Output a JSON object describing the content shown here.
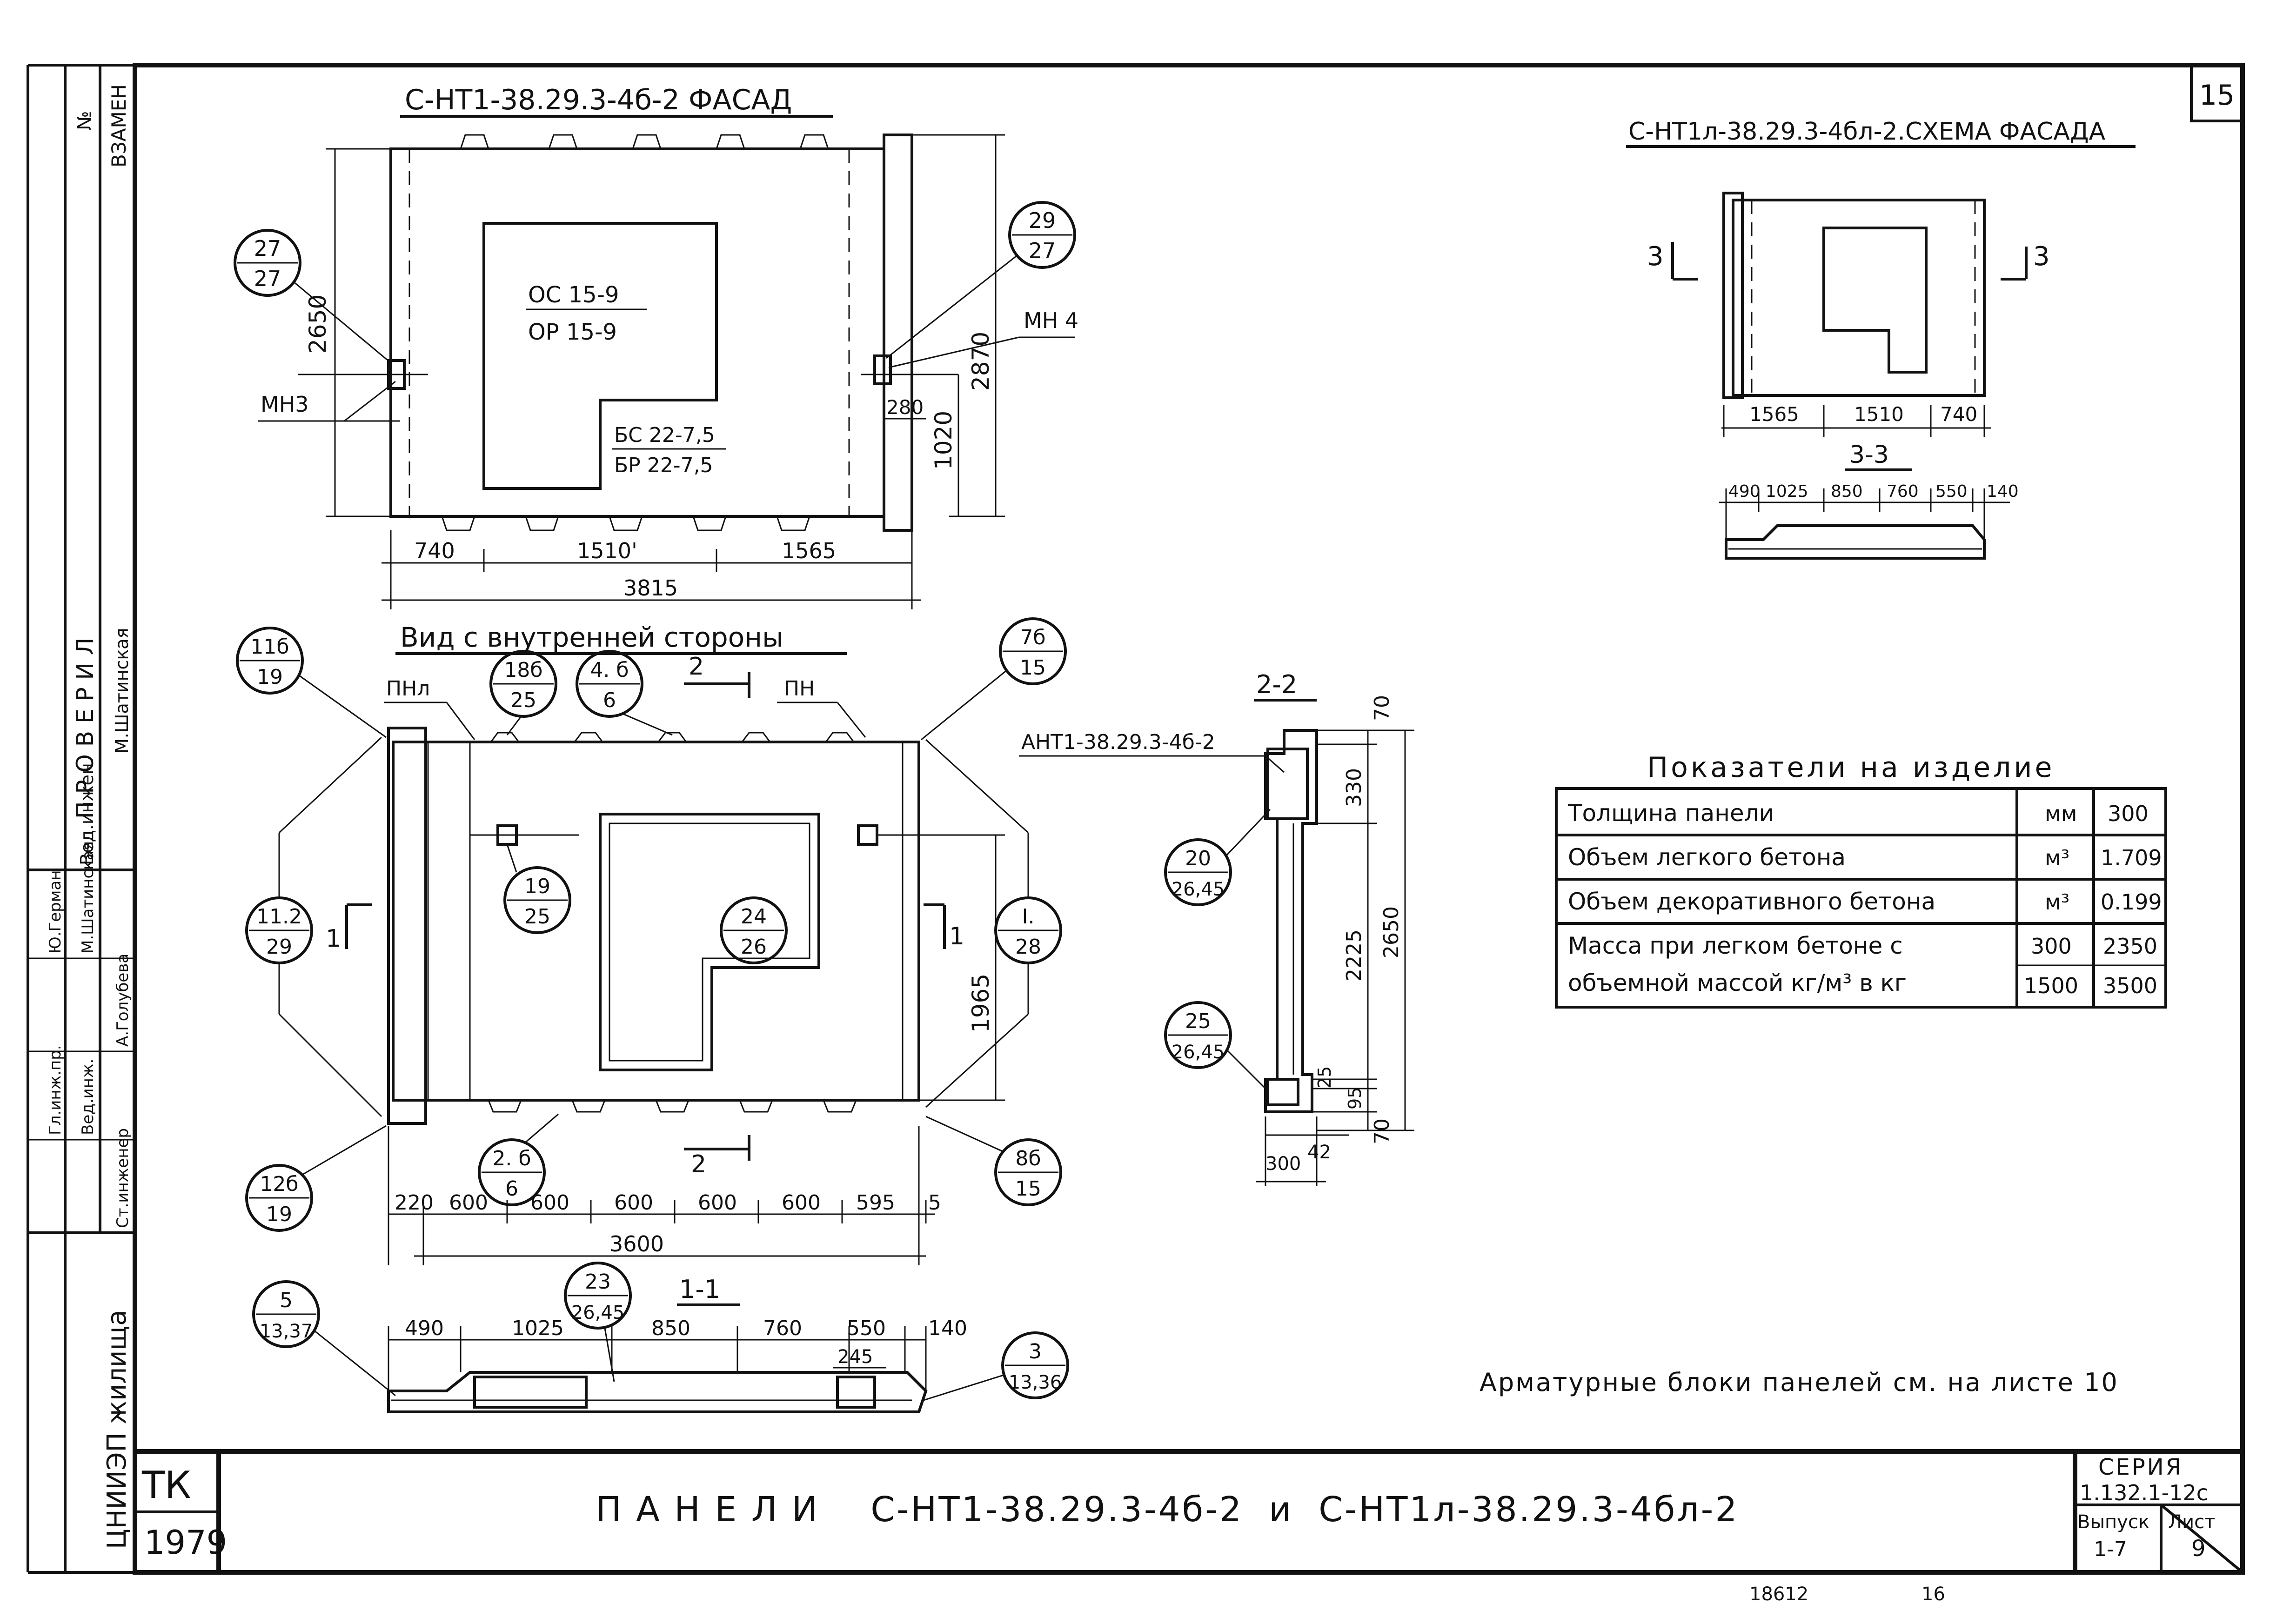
{
  "sheet_number": "15",
  "facade": {
    "title": "С-НТ1-38.29.3-4б-2  ФАСАД",
    "window_labels": [
      "ОС 15-9",
      "ОР 15-9"
    ],
    "door_labels": [
      "БС 22-7,5",
      "БР 22-7,5"
    ],
    "dims_bottom": [
      "740",
      "1510'",
      "1565"
    ],
    "dim_total": "3815",
    "dim_left": "2650",
    "dim_right_outer": "2870",
    "dim_right_inner": "1020",
    "dim_small": "280",
    "label_left": "МН3",
    "label_right": "МН 4",
    "callouts": [
      [
        "27",
        "27"
      ],
      [
        "29",
        "27"
      ]
    ]
  },
  "inner_view": {
    "title": "Вид с внутренней стороны",
    "labels": [
      "ПНл",
      "ПН"
    ],
    "section_mark": "2",
    "section_side": "1",
    "callouts": [
      [
        "11б",
        "19"
      ],
      [
        "18б",
        "25"
      ],
      [
        "4. б",
        "6"
      ],
      [
        "7б",
        "15"
      ],
      [
        "19",
        "25"
      ],
      [
        "24",
        "26"
      ],
      [
        "11.2",
        "29"
      ],
      [
        "I.",
        "28"
      ],
      [
        "12б",
        "19"
      ],
      [
        "2. б",
        "6"
      ],
      [
        "8б",
        "15"
      ]
    ],
    "dims_bottom": [
      "220",
      "600",
      "600",
      "600",
      "600",
      "600",
      "595",
      "5"
    ],
    "dim_total": "3600",
    "dim_right": "1965"
  },
  "section_22": {
    "title": "2-2",
    "label": "АНТ1-38.29.3-4б-2",
    "dims_right": [
      "70",
      "330",
      "2225",
      "2650",
      "25",
      "95",
      "70"
    ],
    "dims_bottom": [
      "42",
      "300"
    ],
    "callouts": [
      [
        "20",
        "26,45"
      ],
      [
        "25",
        "26,45"
      ]
    ]
  },
  "section_11": {
    "title": "1-1",
    "dims_top": [
      "490",
      "1025",
      "850",
      "760",
      "550",
      "140"
    ],
    "dim_small": "245",
    "callouts": [
      [
        "5",
        "13,37"
      ],
      [
        "23",
        "26,45"
      ],
      [
        "3",
        "13,36"
      ]
    ]
  },
  "scheme": {
    "title": "С-НТ1л-38.29.3-4бл-2.СХЕМА ФАСАДА",
    "section_mark": "3",
    "dims_bottom": [
      "1565",
      "1510",
      "740"
    ],
    "section_title": "3-3",
    "dims_section": [
      "490",
      "1025",
      "850",
      "760",
      "550",
      "140"
    ]
  },
  "indicators": {
    "title": "Показатели на изделие",
    "rows": [
      {
        "label": "Толщина панели",
        "unit": "мм",
        "value": "300"
      },
      {
        "label": "Объем легкого бетона",
        "unit": "м³",
        "value": "1.709"
      },
      {
        "label": "Объем декоративного бетона",
        "unit": "м³",
        "value": "0.199"
      }
    ],
    "mass_label_1": "Масса при легком бетоне с",
    "mass_label_2": "объемной массой кг/м³ в кг",
    "mass_rows": [
      [
        "300",
        "2350"
      ],
      [
        "1500",
        "3500"
      ]
    ]
  },
  "note": "Арматурные блоки панелей см. на листе 10",
  "title_block": {
    "title": "П А Н Е Л И    С-НТ1-38.29.3-4б-2  и  С-НТ1л-38.29.3-4бл-2",
    "org": "ЦНИИЭП жилища",
    "tk": "ТК",
    "year": "1979",
    "series_label": "СЕРИЯ",
    "series": "1.132.1-12с",
    "issue_label": "Выпуск",
    "issue": "1-7",
    "sheet_label": "Лист",
    "sheet": "9",
    "stamp_number": "18612",
    "stamp_page": "16"
  },
  "side_block": {
    "col_vzamen": "ВЗАМЕН",
    "col_no": "№",
    "checked": "П Р О В Е Р И Л",
    "roles": [
      "Гл.инж.пр.",
      "Вед.инж.",
      "Ст.инженер"
    ],
    "names": [
      "Ю.Герман",
      "М.Шатинская",
      "А.Голубева"
    ],
    "checker_role": "Вед.инжен.",
    "checker_name": "М.Шатинская"
  }
}
